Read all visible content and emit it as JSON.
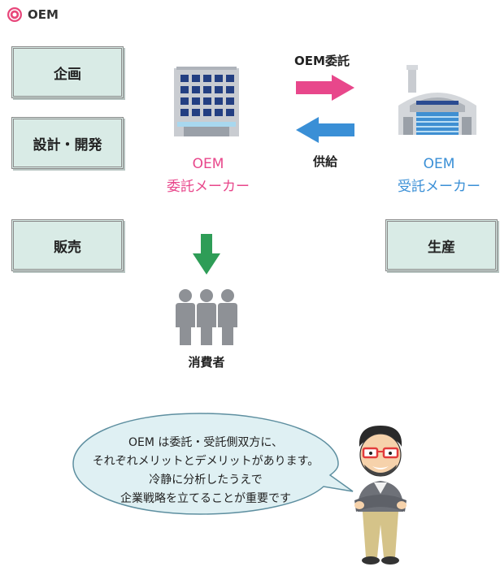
{
  "header": {
    "title": "OEM",
    "icon": "oem-badge-icon"
  },
  "left_boxes": [
    "企画",
    "設計・開発",
    "販売"
  ],
  "right_box": "生産",
  "consignor": {
    "line1": "OEM",
    "line2": "委託メーカー",
    "color": "#e8478b"
  },
  "consignee": {
    "line1": "OEM",
    "line2": "受託メーカー",
    "color": "#3a8fd6"
  },
  "arrow_top_label": "OEM委託",
  "arrow_bottom_label": "供給",
  "consumer_label": "消費者",
  "speech": {
    "line1": "OEM は委託・受託側双方に、",
    "line2": "それぞれメリットとデメリットがあります。",
    "line3": "冷静に分析したうえで",
    "line4": "企業戦略を立てることが重要です"
  },
  "colors": {
    "box_bg": "#d9ebe6",
    "pink_arrow": "#e8478b",
    "blue_arrow": "#3a8fd6",
    "green_arrow": "#2e9d57",
    "bubble_bg": "#dff0f3"
  }
}
